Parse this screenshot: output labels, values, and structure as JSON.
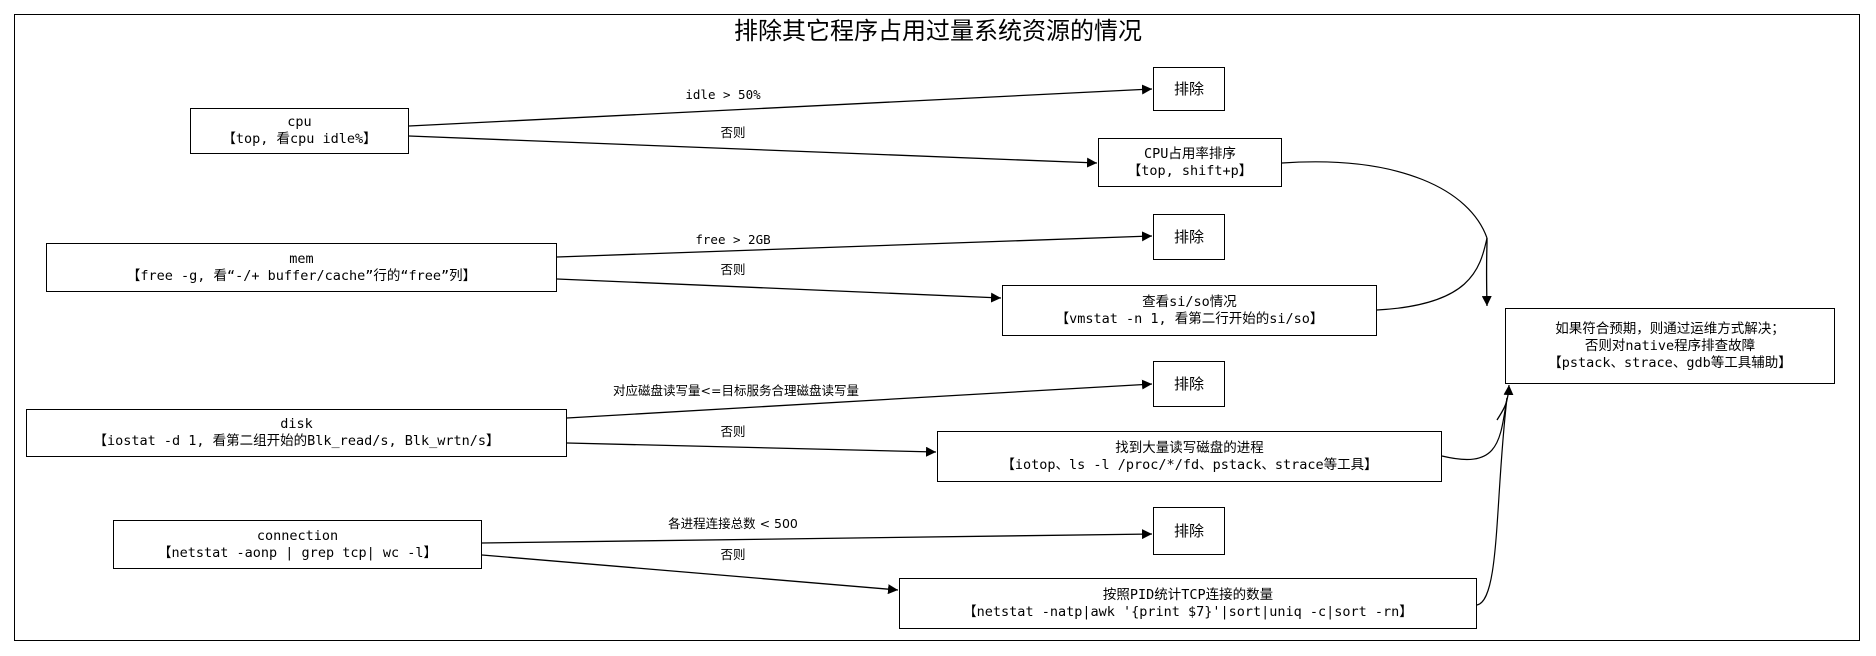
{
  "diagram": {
    "title": "排除其它程序占用过量系统资源的情况",
    "nodes": {
      "cpu": {
        "title": "cpu",
        "detail": "【top, 看cpu idle%】"
      },
      "cpu_exclude": {
        "label": "排除"
      },
      "cpu_sort": {
        "title": "CPU占用率排序",
        "detail": "【top, shift+p】"
      },
      "mem": {
        "title": "mem",
        "detail": "【free -g, 看“-/+ buffer/cache”行的“free”列】"
      },
      "mem_exclude": {
        "label": "排除"
      },
      "vmstat": {
        "title": "查看si/so情况",
        "detail": "【vmstat -n 1, 看第二行开始的si/so】"
      },
      "result": {
        "line1": "如果符合预期，则通过运维方式解决；",
        "line2": "否则对native程序排查故障",
        "line3": "【pstack、strace、gdb等工具辅助】"
      },
      "disk": {
        "title": "disk",
        "detail": "【iostat -d 1, 看第二组开始的Blk_read/s, Blk_wrtn/s】"
      },
      "disk_exclude": {
        "label": "排除"
      },
      "disk_proc": {
        "title": "找到大量读写磁盘的进程",
        "detail": "【iotop、ls -l /proc/*/fd、pstack、strace等工具】"
      },
      "conn": {
        "title": "connection",
        "detail": "【netstat -aonp | grep tcp| wc -l】"
      },
      "conn_exclude": {
        "label": "排除"
      },
      "conn_count": {
        "title": "按照PID统计TCP连接的数量",
        "detail": "【netstat -natp|awk '{print $7}'|sort|uniq -c|sort -rn】"
      }
    },
    "edges": {
      "cpu_ok": "idle > 50%",
      "cpu_else": "否则",
      "mem_ok": "free > 2GB",
      "mem_else": "否则",
      "disk_ok": "对应磁盘读写量<=目标服务合理磁盘读写量",
      "disk_else": "否则",
      "conn_ok": "各进程连接总数 < 500",
      "conn_else": "否则"
    }
  }
}
